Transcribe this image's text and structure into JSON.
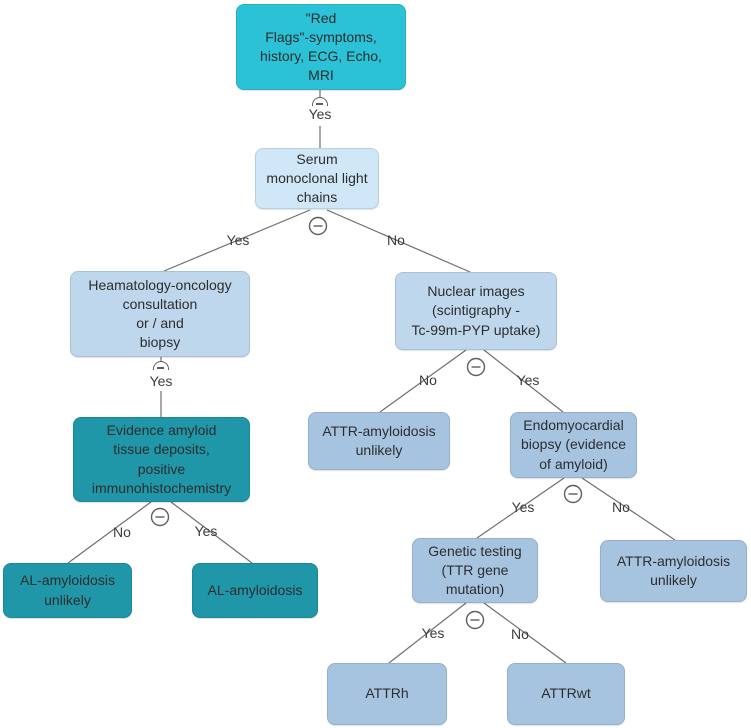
{
  "figure": {
    "line_color": "#6e6e6e",
    "handle_color": "#5e5e5e",
    "text_color": "#2d2d2d",
    "background": "#ffffff"
  },
  "nodes": {
    "red_flags": {
      "label": "\"Red\nFlags\"-symptoms,\nhistory, ECG, Echo,\nMRI",
      "color": "#2bc2d7"
    },
    "serum": {
      "label": "Serum\nmonoclonal light\nchains",
      "color": "#cfe7f6"
    },
    "heamatology": {
      "label": "Heamatology-oncology\nconsultation\nor / and\nbiopsy",
      "color": "#bed7ec"
    },
    "evidence": {
      "label": "Evidence amyloid\ntissue deposits,\npositive\nimmunohistochemistry",
      "color": "#1f97a9"
    },
    "al_unlikely": {
      "label": "AL-amyloidosis\nunlikely",
      "color": "#1f97a9"
    },
    "al_amyloidosis": {
      "label": "AL-amyloidosis",
      "color": "#1f97a9"
    },
    "nuclear": {
      "label": "Nuclear images\n(scintigraphy -\nTc-99m-PYP uptake)",
      "color": "#bed7ec"
    },
    "attr_unlikely_left": {
      "label": "ATTR-amyloidosis\nunlikely",
      "color": "#a6c4df"
    },
    "endomyocardial": {
      "label": "Endomyocardial\nbiopsy (evidence\nof amyloid)",
      "color": "#a6c4df"
    },
    "genetic": {
      "label": "Genetic testing\n(TTR gene\nmutation)",
      "color": "#a6c4df"
    },
    "attr_unlikely_right": {
      "label": "ATTR-amyloidosis\nunlikely",
      "color": "#a6c4df"
    },
    "attrh": {
      "label": "ATTRh",
      "color": "#a6c4df"
    },
    "attrwt": {
      "label": "ATTRwt",
      "color": "#a6c4df"
    }
  },
  "edges": [
    {
      "from": "red_flags",
      "to": "serum",
      "label": "Yes"
    },
    {
      "from": "serum",
      "to": "heamatology",
      "label": "Yes"
    },
    {
      "from": "serum",
      "to": "nuclear",
      "label": "No"
    },
    {
      "from": "heamatology",
      "to": "evidence",
      "label": "Yes"
    },
    {
      "from": "evidence",
      "to": "al_unlikely",
      "label": "No"
    },
    {
      "from": "evidence",
      "to": "al_amyloidosis",
      "label": "Yes"
    },
    {
      "from": "nuclear",
      "to": "attr_unlikely_left",
      "label": "No"
    },
    {
      "from": "nuclear",
      "to": "endomyocardial",
      "label": "Yes"
    },
    {
      "from": "endomyocardial",
      "to": "genetic",
      "label": "Yes"
    },
    {
      "from": "endomyocardial",
      "to": "attr_unlikely_right",
      "label": "No"
    },
    {
      "from": "genetic",
      "to": "attrh",
      "label": "Yes"
    },
    {
      "from": "genetic",
      "to": "attrwt",
      "label": "No"
    }
  ]
}
